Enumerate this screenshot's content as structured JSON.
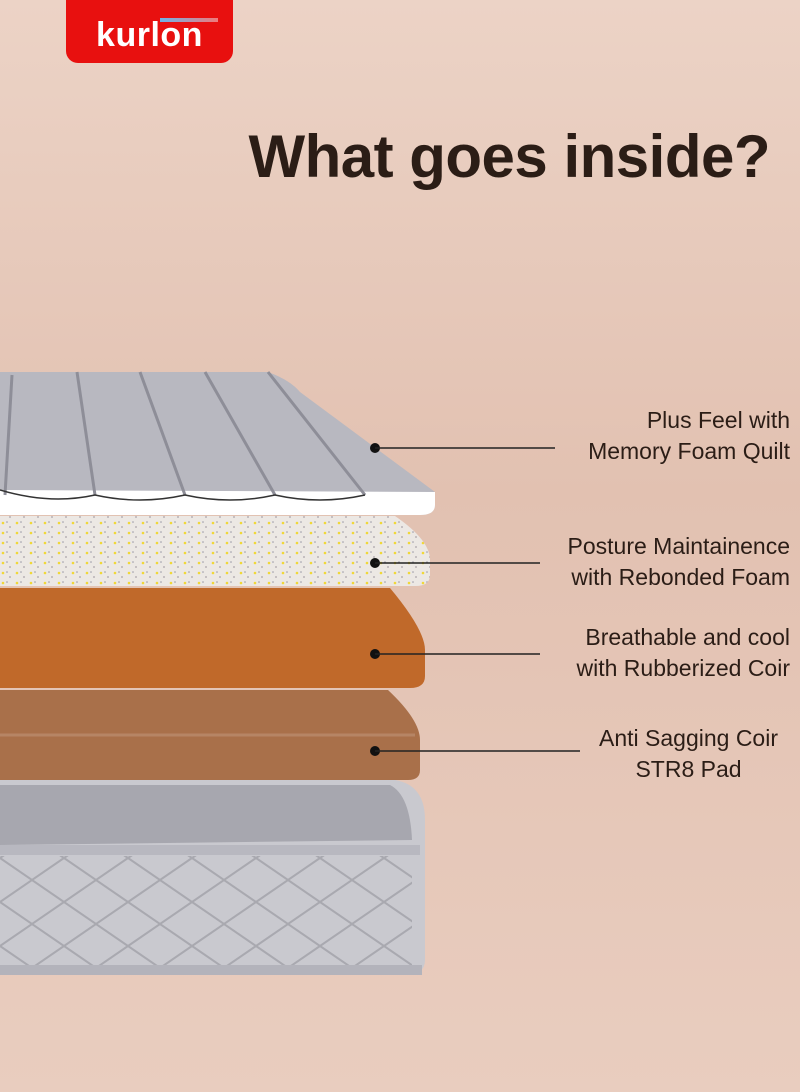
{
  "brand": {
    "logo_text": "kurlon",
    "color": "#e8100f"
  },
  "heading": "What goes inside?",
  "layers": [
    {
      "line1": "Plus Feel with",
      "line2": "Memory Foam Quilt"
    },
    {
      "line1": "Posture Maintainence",
      "line2": "with Rebonded Foam"
    },
    {
      "line1": "Breathable and cool",
      "line2": "with Rubberized Coir"
    },
    {
      "line1": "Anti Sagging Coir",
      "line2": "STR8 Pad"
    }
  ]
}
